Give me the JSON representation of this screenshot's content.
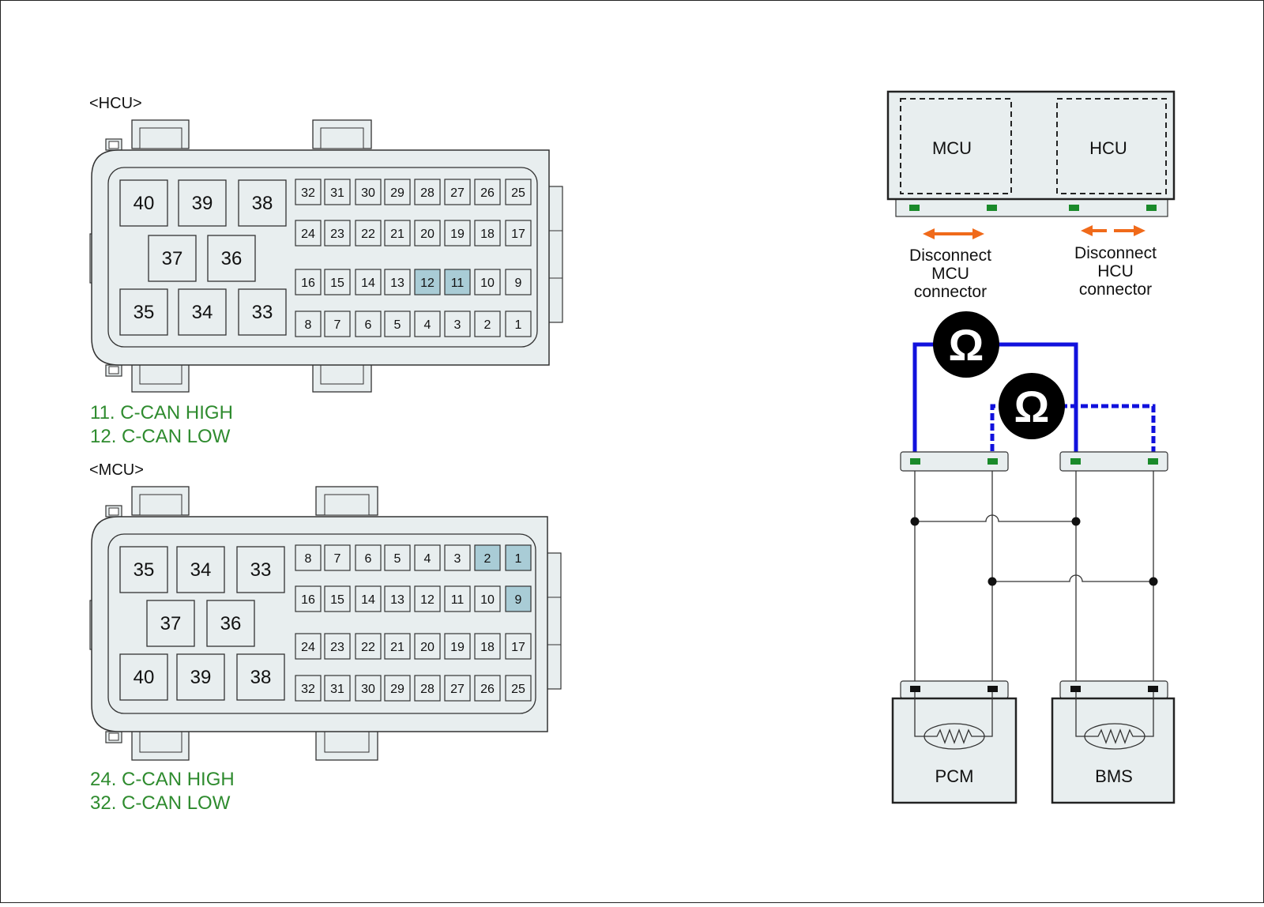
{
  "hcu_connector": {
    "label": "<HCU>",
    "large_pins": [
      "40",
      "39",
      "38",
      "37",
      "36",
      "35",
      "34",
      "33"
    ],
    "small_rows": [
      [
        "32",
        "31",
        "30",
        "29",
        "28",
        "27",
        "26",
        "25"
      ],
      [
        "24",
        "23",
        "22",
        "21",
        "20",
        "19",
        "18",
        "17"
      ],
      [
        "16",
        "15",
        "14",
        "13",
        "12",
        "11",
        "10",
        "9"
      ],
      [
        "8",
        "7",
        "6",
        "5",
        "4",
        "3",
        "2",
        "1"
      ]
    ],
    "highlighted": [
      "12",
      "11"
    ],
    "notes": [
      "11. C-CAN HIGH",
      "12. C-CAN LOW"
    ]
  },
  "mcu_connector": {
    "label": "<MCU>",
    "large_pins": [
      "35",
      "34",
      "33",
      "37",
      "36",
      "40",
      "39",
      "38"
    ],
    "small_rows": [
      [
        "8",
        "7",
        "6",
        "5",
        "4",
        "3",
        "2",
        "1"
      ],
      [
        "16",
        "15",
        "14",
        "13",
        "12",
        "11",
        "10",
        "9"
      ],
      [
        "24",
        "23",
        "22",
        "21",
        "20",
        "19",
        "18",
        "17"
      ],
      [
        "32",
        "31",
        "30",
        "29",
        "28",
        "27",
        "26",
        "25"
      ]
    ],
    "highlighted": [
      "2",
      "1",
      "9"
    ],
    "notes": [
      "24. C-CAN HIGH",
      "32. C-CAN LOW"
    ]
  },
  "circuit": {
    "mcu_label": "MCU",
    "hcu_label": "HCU",
    "disconnect_mcu": [
      "Disconnect",
      "MCU",
      "connector"
    ],
    "disconnect_hcu": [
      "Disconnect",
      "HCU",
      "connector"
    ],
    "ohm_symbol": "Ω",
    "pcm_label": "PCM",
    "bms_label": "BMS"
  },
  "colors": {
    "body_fill": "#e8eeef",
    "pin_highlight": "#a9ccd6",
    "note_green": "#2e8b2e",
    "pin_green": "#1a8a2a",
    "arrow_orange": "#f06a1a",
    "wire_blue": "#1111dd",
    "meter_black": "#000000"
  }
}
